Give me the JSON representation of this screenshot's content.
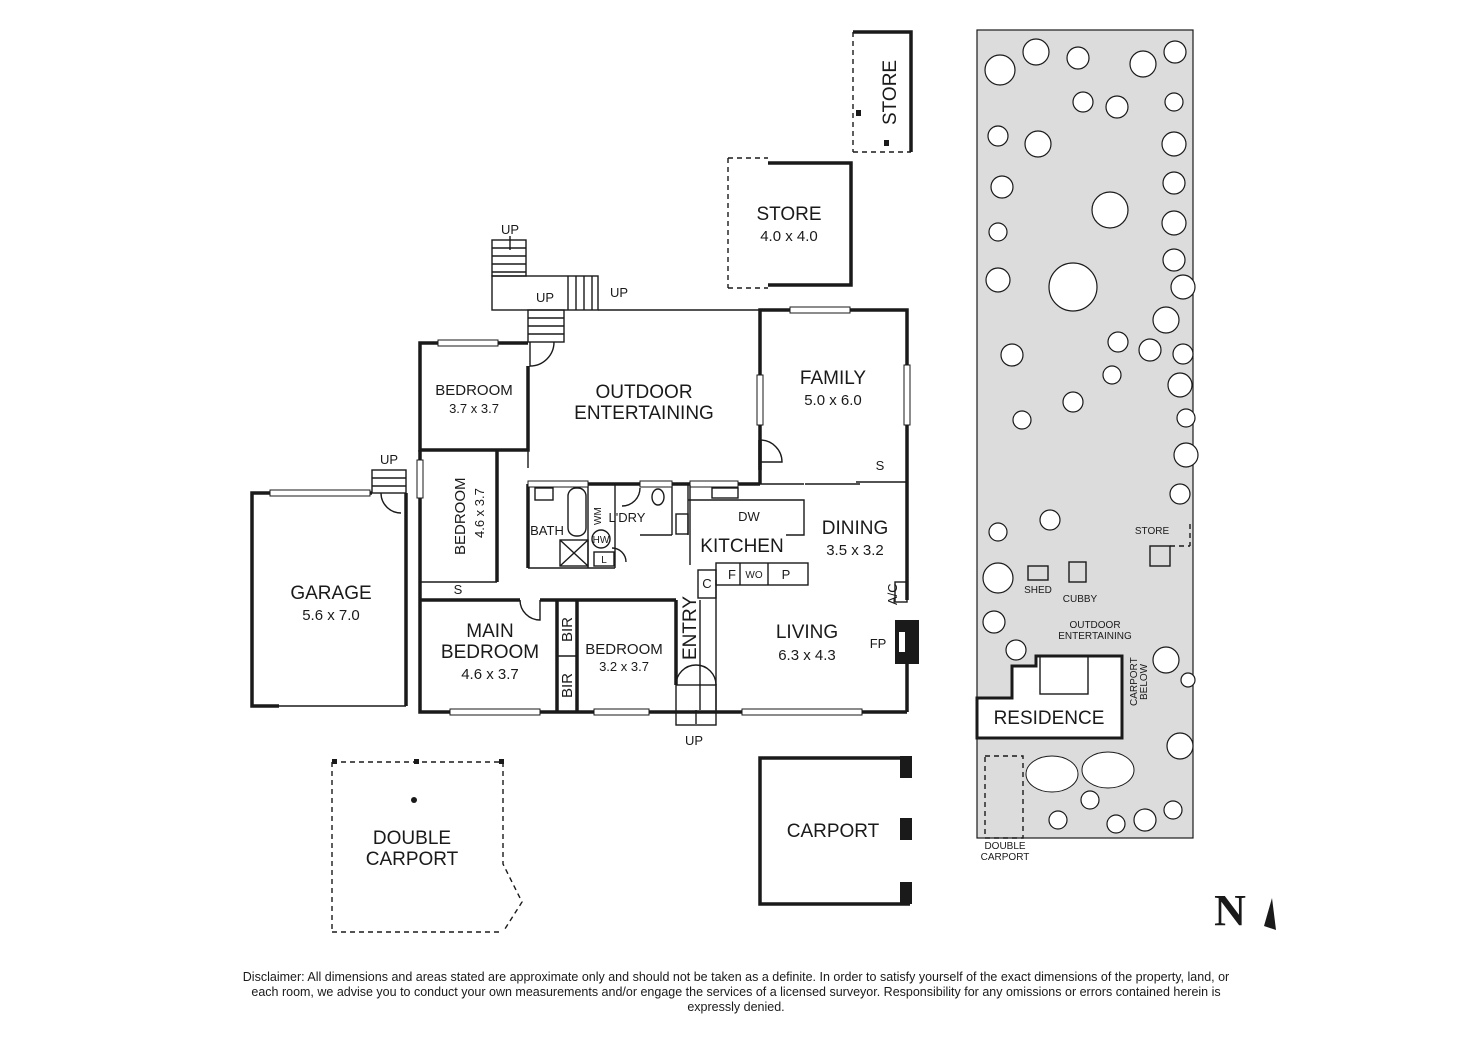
{
  "rooms": {
    "store_top": {
      "name": "STORE"
    },
    "store": {
      "name": "STORE",
      "dims": "4.0 x 4.0"
    },
    "outdoor_entertaining": {
      "line1": "OUTDOOR",
      "line2": "ENTERTAINING"
    },
    "family": {
      "name": "FAMILY",
      "dims": "5.0 x 6.0"
    },
    "bedroom_top": {
      "name": "BEDROOM",
      "dims": "3.7 x 3.7"
    },
    "bedroom_side": {
      "name": "BEDROOM",
      "dims": "4.6 x 3.7"
    },
    "garage": {
      "name": "GARAGE",
      "dims": "5.6 x 7.0"
    },
    "bath": {
      "name": "BATH"
    },
    "laundry": {
      "name": "L'DRY"
    },
    "kitchen": {
      "name": "KITCHEN"
    },
    "dining": {
      "name": "DINING",
      "dims": "3.5 x 3.2"
    },
    "main_bedroom": {
      "line1": "MAIN",
      "line2": "BEDROOM",
      "dims": "4.6 x 3.7"
    },
    "bedroom_small": {
      "name": "BEDROOM",
      "dims": "3.2 x 3.7"
    },
    "entry": {
      "name": "ENTRY"
    },
    "living": {
      "name": "LIVING",
      "dims": "6.3 x 4.3"
    },
    "double_carport": {
      "line1": "DOUBLE",
      "line2": "CARPORT"
    },
    "carport": {
      "name": "CARPORT"
    }
  },
  "fixtures": {
    "up": "UP",
    "s": "S",
    "dw": "DW",
    "wm": "WM",
    "hw": "HW",
    "l": "L",
    "c": "C",
    "f": "F",
    "wo": "WO",
    "p": "P",
    "ac": "A/C",
    "fp": "FP",
    "bir": "BIR"
  },
  "site": {
    "store": "STORE",
    "shed": "SHED",
    "cubby": "CUBBY",
    "outdoor1": "OUTDOOR",
    "outdoor2": "ENTERTAINING",
    "carport_below1": "CARPORT",
    "carport_below2": "BELOW",
    "residence": "RESIDENCE",
    "double_carport1": "DOUBLE",
    "double_carport2": "CARPORT"
  },
  "north": "N",
  "disclaimer": "Disclaimer: All dimensions and areas stated are approximate only and should not be taken as a definite. In order to satisfy yourself of the exact dimensions of the property, land, or each room, we advise you to conduct your own measurements and/or engage the services of a licensed surveyor. Responsibility for any omissions or errors contained herein is expressly denied."
}
